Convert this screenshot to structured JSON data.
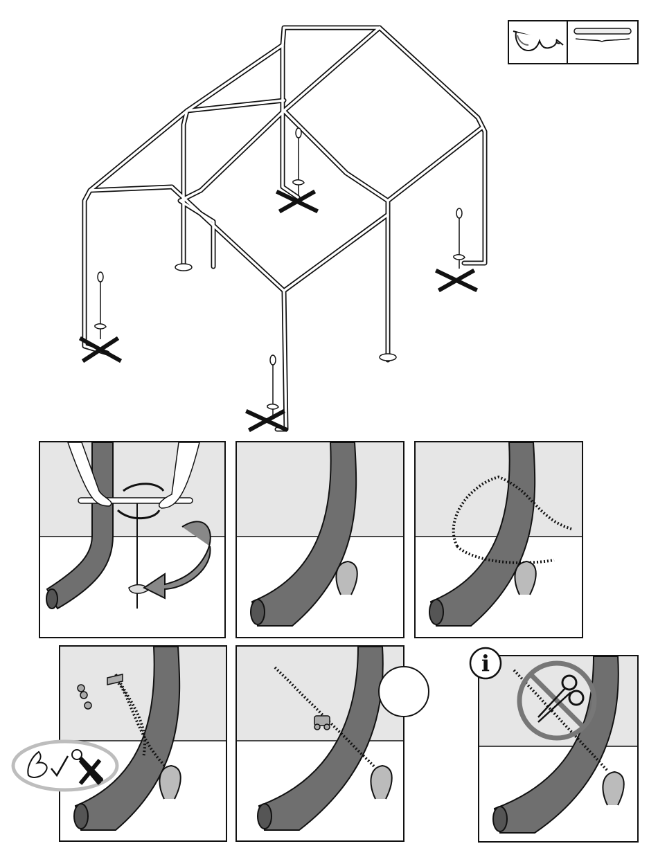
{
  "page": {
    "title": "",
    "tools_box": {
      "items": [
        {
          "name": "safety-glasses-icon"
        },
        {
          "name": "tie-down-rod-icon"
        }
      ]
    },
    "frame_overview": {
      "anchor_count": 4,
      "icon": "carport-frame-with-auger-anchors"
    },
    "steps": [
      {
        "id": 1,
        "icon": "twist-auger-into-ground"
      },
      {
        "id": 2,
        "icon": "auger-eye-at-leg"
      },
      {
        "id": 3,
        "icon": "thread-cable-through-eye"
      },
      {
        "id": 4,
        "icon": "clamp-cable-hand-tighten-only",
        "badge_icons": [
          "hand-ok-icon",
          "check-icon",
          "wrench-icon",
          "cross-icon"
        ]
      },
      {
        "id": 5,
        "icon": "cable-clamped",
        "callout": ""
      },
      {
        "id": 6,
        "icon": "do-not-cut-cable",
        "info_symbol": "i"
      }
    ],
    "colors": {
      "ink": "#111111",
      "pipe": "#6f6f6f",
      "sky": "#e6e6e6",
      "ground": "#ffffff",
      "badge": "#bdbdbd",
      "prohibit": "#777777"
    }
  }
}
